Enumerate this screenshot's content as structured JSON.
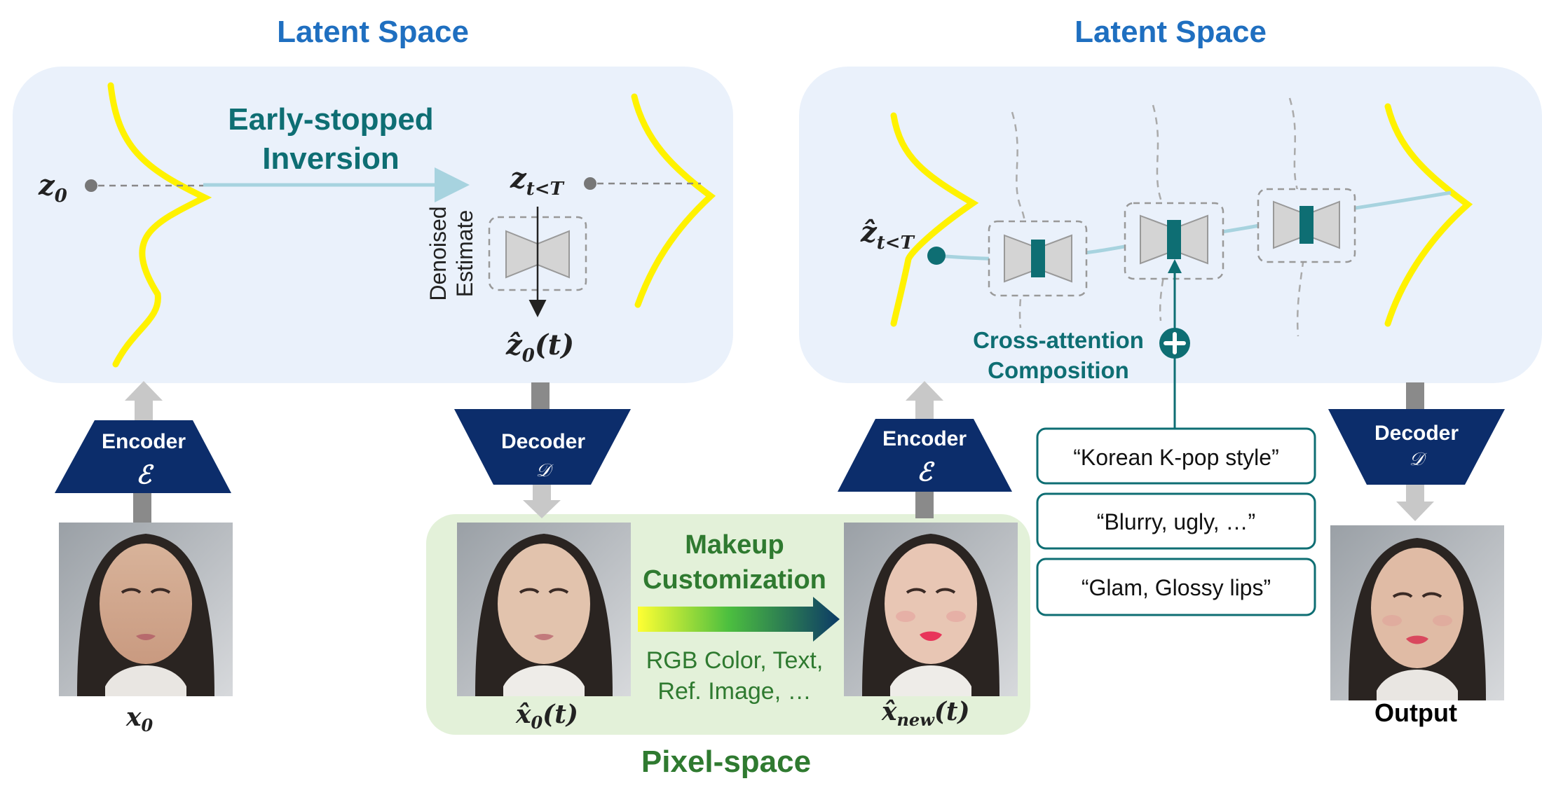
{
  "left_panel": {
    "title": "Latent Space",
    "inversion_label_line1": "Early-stopped",
    "inversion_label_line2": "Inversion",
    "z0_label": "z",
    "z0_sub": "0",
    "zt_label": "z",
    "zt_sub": "t<T",
    "denoised_line1": "Denoised",
    "denoised_line2": "Estimate",
    "z0hat_label": "ẑ",
    "z0hat_sub": "0",
    "z0hat_arg": "(t)"
  },
  "right_panel": {
    "title": "Latent Space",
    "zt_hat_label": "ẑ",
    "zt_hat_sub": "t<T",
    "cross_attention_line1": "Cross-attention",
    "cross_attention_line2": "Composition"
  },
  "encoders": [
    {
      "title": "Encoder",
      "symbol": "ℰ"
    },
    {
      "title": "Encoder",
      "symbol": "ℰ"
    }
  ],
  "decoders": [
    {
      "title": "Decoder",
      "symbol": "𝒟"
    },
    {
      "title": "Decoder",
      "symbol": "𝒟"
    }
  ],
  "images": {
    "x0_label": "x",
    "x0_sub": "0",
    "x0hat_label": "x̂",
    "x0hat_sub": "0",
    "x0hat_arg": "(t)",
    "xnew_label": "x̂",
    "xnew_sub": "new",
    "xnew_arg": "(t)",
    "output_label": "Output"
  },
  "pixel_space": {
    "title": "Pixel-space",
    "makeup_line1": "Makeup",
    "makeup_line2": "Customization",
    "options_line1": "RGB Color, Text,",
    "options_line2": "Ref. Image, …"
  },
  "prompts": [
    "“Korean K-pop style”",
    "“Blurry, ugly, …”",
    "“Glam, Glossy lips”"
  ],
  "colors": {
    "title_blue": "#1f6fc0",
    "teal": "#0e6e73",
    "navy": "#0c2d6b",
    "green_text": "#2f7a30",
    "latent_bg": "#eaf1fb",
    "pixel_bg": "#e3f1d9",
    "curve_yellow": "#fff200"
  }
}
